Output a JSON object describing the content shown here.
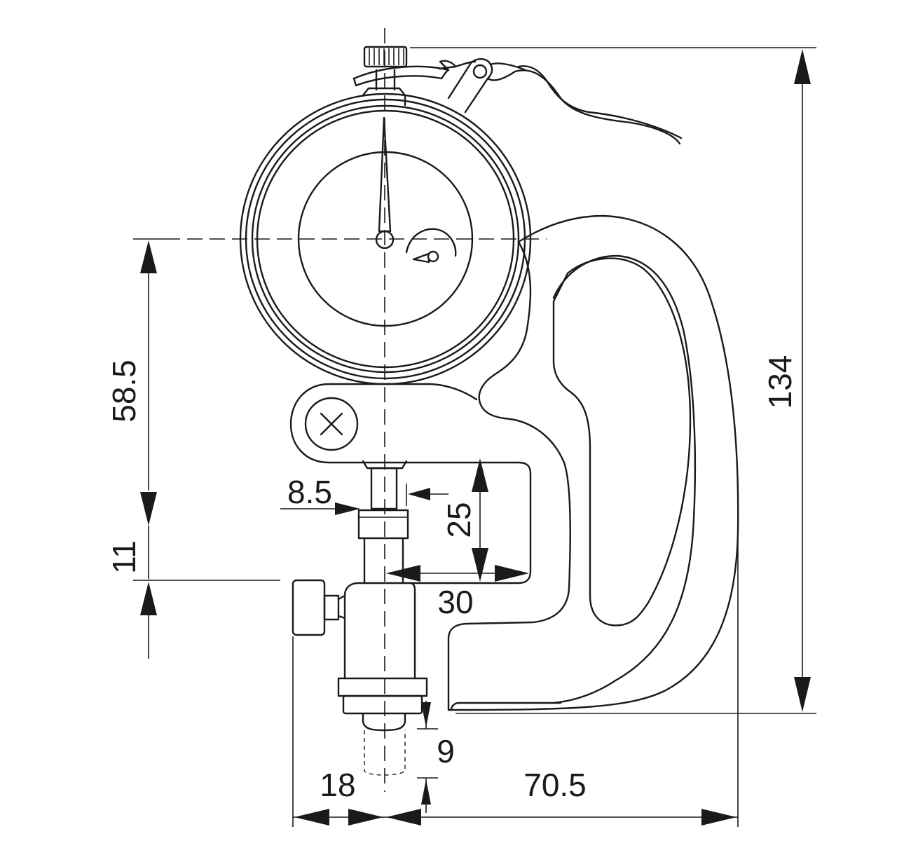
{
  "dimensions": {
    "overall_height": "134",
    "dial_center_height": "58.5",
    "anvil_height": "11",
    "spindle_diameter": "8.5",
    "measuring_range": "25",
    "throat_depth": "30",
    "travel_below_anvil": "9",
    "left_offset": "18",
    "frame_depth": "70.5"
  }
}
